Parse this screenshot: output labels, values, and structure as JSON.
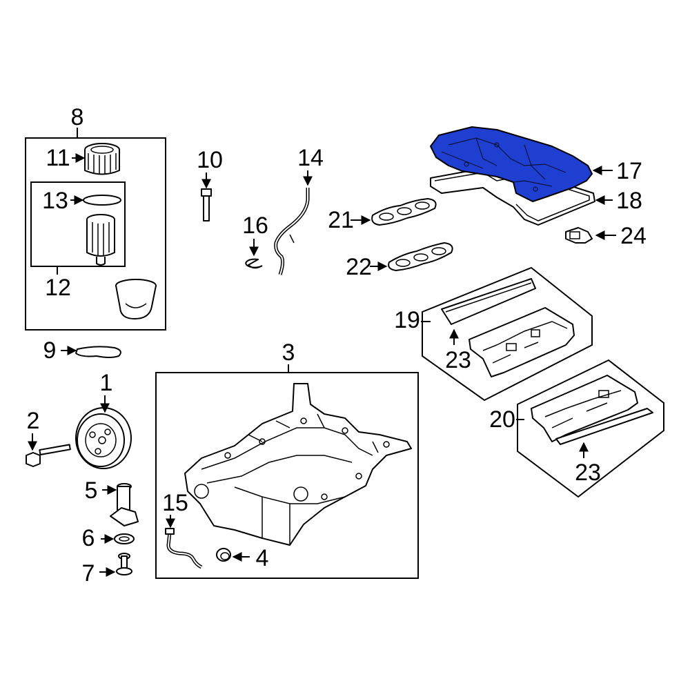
{
  "diagram": {
    "highlight_color": "#1f3fd1",
    "callouts": {
      "c1": "1",
      "c2": "2",
      "c3": "3",
      "c4": "4",
      "c5": "5",
      "c6": "6",
      "c7": "7",
      "c8": "8",
      "c9": "9",
      "c10": "10",
      "c11": "11",
      "c12": "12",
      "c13": "13",
      "c14": "14",
      "c15": "15",
      "c16": "16",
      "c17": "17",
      "c18": "18",
      "c19": "19",
      "c20": "20",
      "c21": "21",
      "c22": "22",
      "c23a": "23",
      "c23b": "23",
      "c24": "24"
    }
  }
}
